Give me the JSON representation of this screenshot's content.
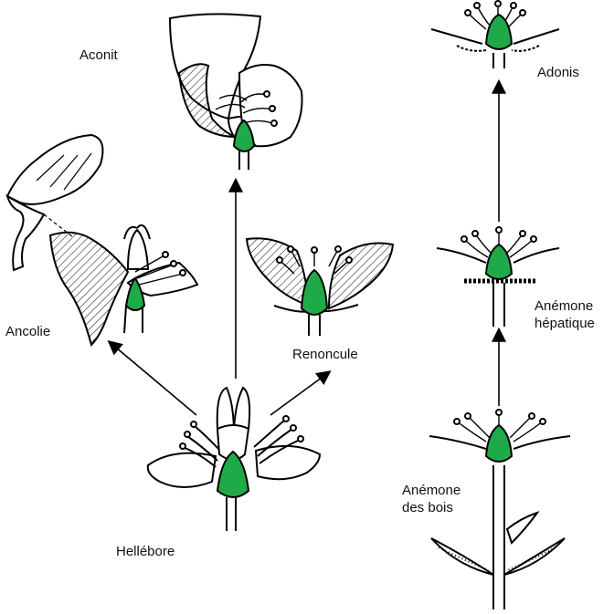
{
  "labels": {
    "aconit": "Aconit",
    "adonis": "Adonis",
    "ancolie": "Ancolie",
    "renoncule": "Renoncule",
    "anemone_hepatique": [
      "Anémone",
      "hépatique"
    ],
    "anemone_des_bois": [
      "Anémone",
      "des bois"
    ],
    "hellebore": "Hellébore"
  },
  "colors": {
    "pistil": "#1faa4a",
    "ink": "#000000"
  }
}
